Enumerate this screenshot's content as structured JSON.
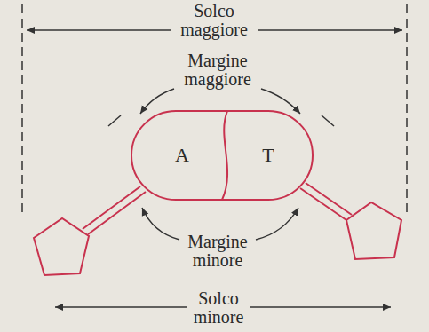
{
  "diagram": {
    "nodes": [
      {
        "text": [
          "A"
        ]
      },
      {
        "text": [
          "T"
        ]
      }
    ],
    "labels": [
      "Solco maggiore",
      "Margine maggiore",
      "Margine minore",
      "Solco minore"
    ]
  }
}
